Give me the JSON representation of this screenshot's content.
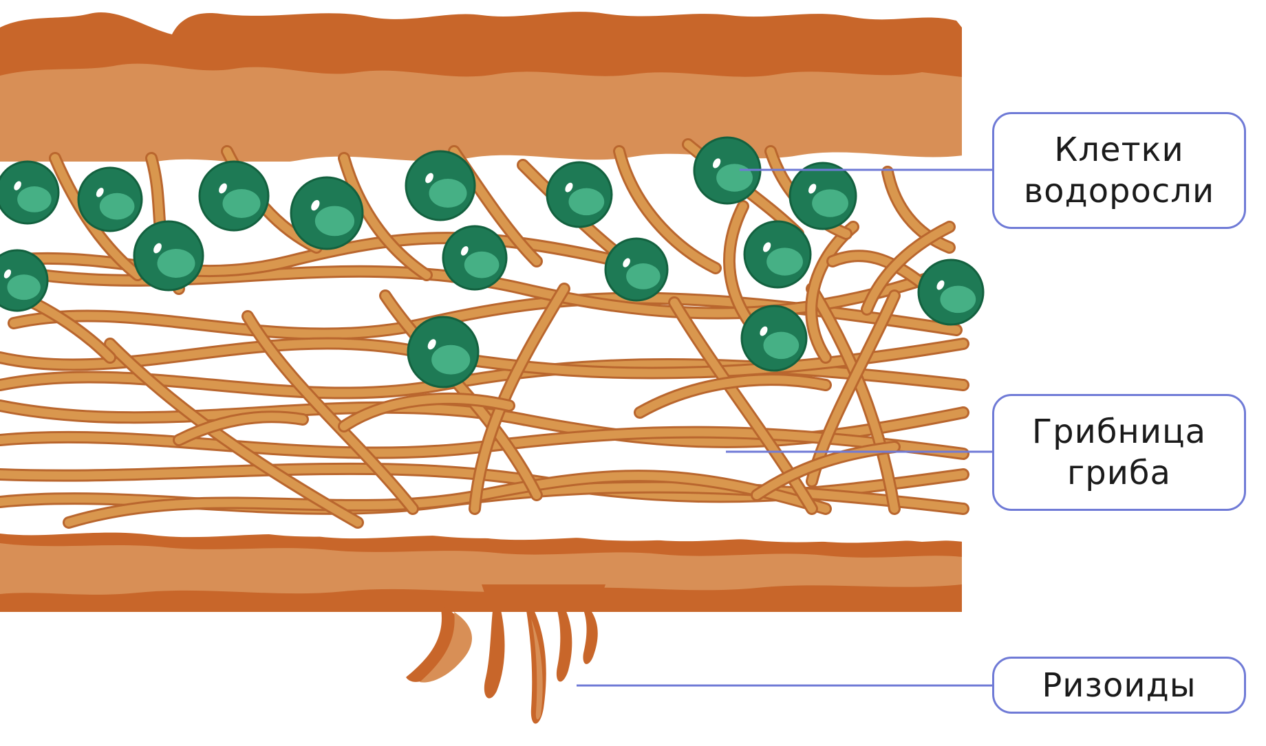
{
  "labels": {
    "algae": {
      "line1": "Клетки",
      "line2": "водоросли"
    },
    "fungus": {
      "line1": "Грибница",
      "line2": "гриба"
    },
    "rhizoids": {
      "line1": "Ризоиды"
    }
  },
  "colors": {
    "cortex_dark": "#c8662a",
    "cortex_light": "#d88f56",
    "hypha_fill": "#d9974e",
    "hypha_outline": "#b9662e",
    "algae_dark": "#1e7a55",
    "algae_light": "#46b085",
    "pointer_line": "#6f7ad6"
  }
}
